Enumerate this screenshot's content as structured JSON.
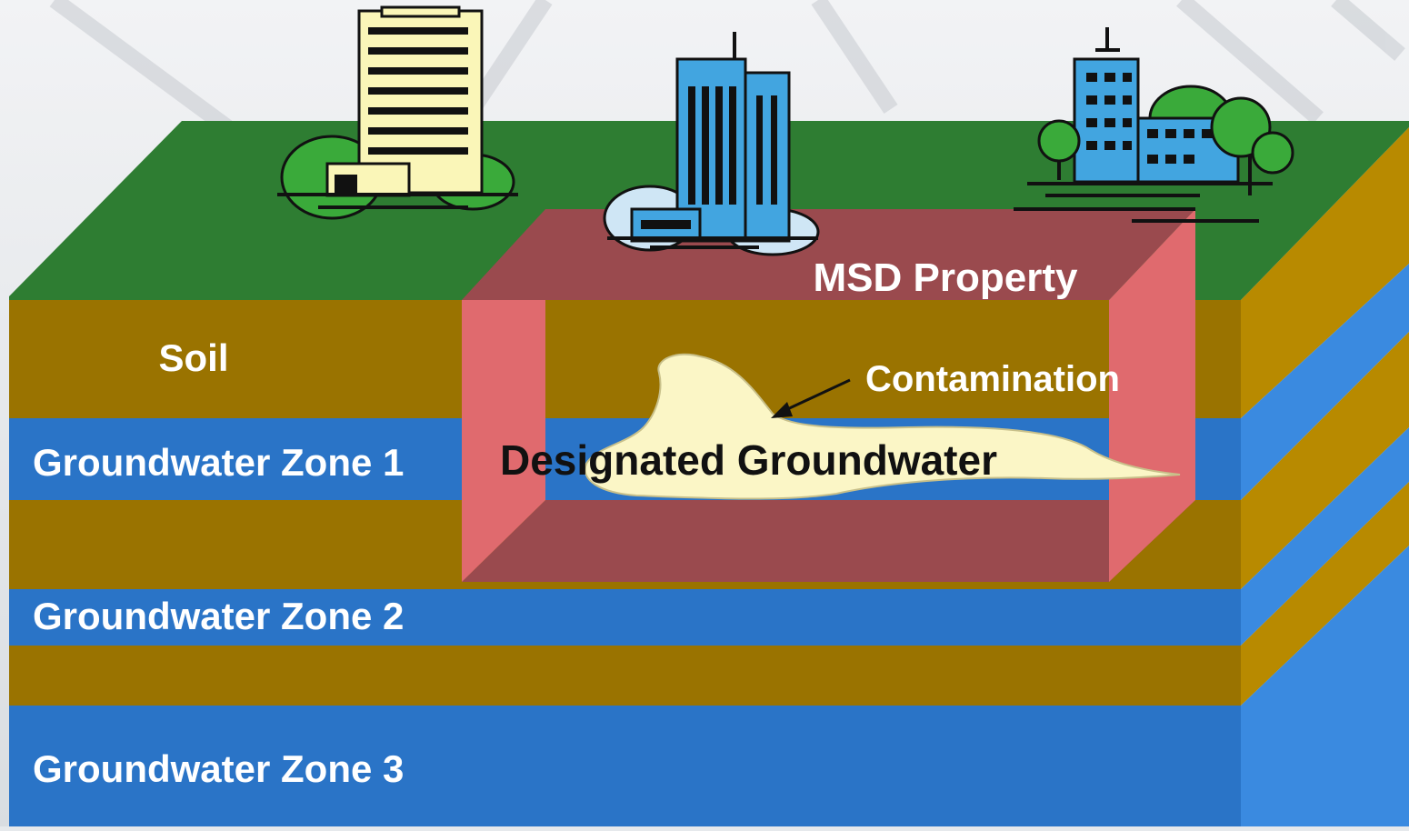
{
  "labels": {
    "msd_property": "MSD Property",
    "soil": "Soil",
    "contamination": "Contamination",
    "designated_groundwater": "Designated Groundwater",
    "zone1": "Groundwater Zone 1",
    "zone2": "Groundwater Zone 2",
    "zone3": "Groundwater Zone 3"
  },
  "colors": {
    "grass": "#2e7d32",
    "soil": "#9a7300",
    "soil_side": "#b88a00",
    "water": "#2a74c7",
    "water_side": "#3a8ae0",
    "property_top": "#9a4a4e",
    "property_side": "#e06a6e",
    "plume": "#fbf6c6"
  },
  "icons": [
    "apartment-building-icon",
    "office-tower-icon",
    "office-complex-icon"
  ]
}
